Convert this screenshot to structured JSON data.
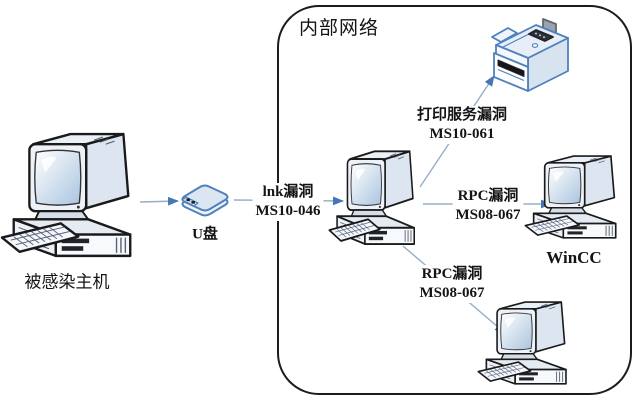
{
  "internal_network": {
    "label": "内部网络"
  },
  "nodes": {
    "infected_host": {
      "label": "被感染主机",
      "icon": "desktop-computer"
    },
    "usb_drive": {
      "label": "U盘",
      "icon": "usb-flash-drive"
    },
    "internal_host": {
      "icon": "desktop-computer"
    },
    "printer": {
      "icon": "laser-printer"
    },
    "wincc_host": {
      "label": "WinCC",
      "icon": "desktop-computer"
    },
    "field_host": {
      "icon": "desktop-computer"
    }
  },
  "edges": {
    "usb_to_internal": {
      "vuln": "lnk漏洞",
      "advisory": "MS10-046"
    },
    "internal_to_printer": {
      "vuln": "打印服务漏洞",
      "advisory": "MS10-061"
    },
    "internal_to_wincc": {
      "vuln": "RPC漏洞",
      "advisory": "MS08-067"
    },
    "internal_to_field": {
      "vuln": "RPC漏洞",
      "advisory": "MS08-067"
    }
  },
  "colors": {
    "arrowhead": "#4677b4",
    "connector_line": "#96adc6",
    "device_outline": "#1a1a1a",
    "blue_device_outline": "#4f81bd",
    "boundary_border": "#1c1c1c",
    "label_text": "#141414",
    "background": "#ffffff"
  }
}
